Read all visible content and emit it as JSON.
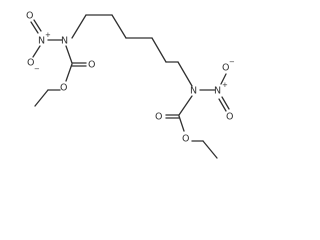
{
  "molecule": {
    "atoms": {
      "n_left": "N",
      "nitro_n_left": "N",
      "nitro_n_left_charge": "+",
      "nitro_o_left_minus": "O",
      "nitro_o_left_minus_charge": "−",
      "nitro_o_left_double": "O",
      "carbonyl_o_left": "O",
      "ester_o_left": "O",
      "n_right": "N",
      "nitro_n_right": "N",
      "nitro_n_right_charge": "+",
      "nitro_o_right_minus": "O",
      "nitro_o_right_minus_charge": "−",
      "nitro_o_right_double": "O",
      "carbonyl_o_right": "O",
      "ester_o_right": "O"
    }
  }
}
